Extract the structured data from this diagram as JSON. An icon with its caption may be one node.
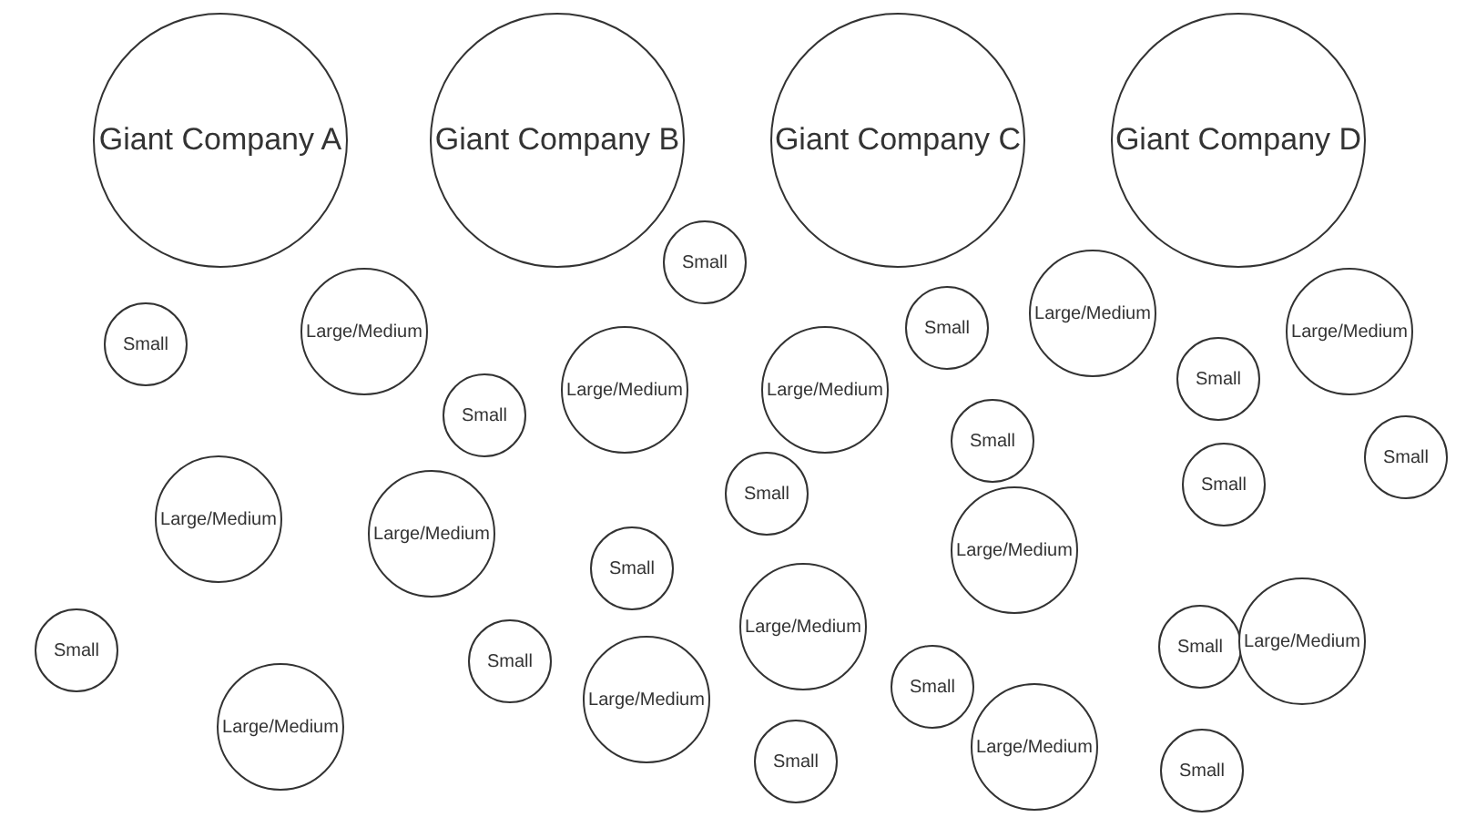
{
  "diagram": {
    "nodes": [
      {
        "text": [
          "Giant Company A"
        ]
      },
      {
        "text": [
          "Giant Company B"
        ]
      },
      {
        "text": [
          "Giant Company C"
        ]
      },
      {
        "text": [
          "Giant Company D"
        ]
      },
      {
        "text": [
          "Small"
        ]
      },
      {
        "text": [
          "Large/Medium"
        ]
      },
      {
        "text": [
          "Small"
        ]
      },
      {
        "text": [
          "Large/Medium"
        ]
      },
      {
        "text": [
          "Large/Medium"
        ]
      },
      {
        "text": [
          "Small"
        ]
      },
      {
        "text": [
          "Small"
        ]
      },
      {
        "text": [
          "Large/Medium"
        ]
      },
      {
        "text": [
          "Large/Medium"
        ]
      },
      {
        "text": [
          "Small"
        ]
      },
      {
        "text": [
          "Small"
        ]
      },
      {
        "text": [
          "Small"
        ]
      },
      {
        "text": [
          "Small"
        ]
      },
      {
        "text": [
          "Small"
        ]
      },
      {
        "text": [
          "Large/Medium"
        ]
      },
      {
        "text": [
          "Large/Medium"
        ]
      },
      {
        "text": [
          "Large/Medium"
        ]
      },
      {
        "text": [
          "Small"
        ]
      },
      {
        "text": [
          "Large/Medium"
        ]
      },
      {
        "text": [
          "Small"
        ]
      },
      {
        "text": [
          "Large/Medium"
        ]
      },
      {
        "text": [
          "Small"
        ]
      },
      {
        "text": [
          "Small"
        ]
      },
      {
        "text": [
          "Small"
        ]
      },
      {
        "text": [
          "Large/Medium"
        ]
      },
      {
        "text": [
          "Large/Medium"
        ]
      },
      {
        "text": [
          "Large/Medium"
        ]
      },
      {
        "text": [
          "Small"
        ]
      },
      {
        "text": [
          "Small"
        ]
      }
    ]
  }
}
